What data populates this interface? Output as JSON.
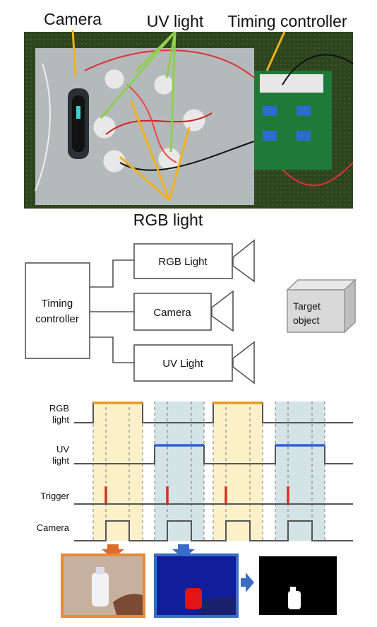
{
  "photo_labels": {
    "camera": "Camera",
    "uv_light": "UV light",
    "timing_controller": "Timing controller",
    "rgb_light": "RGB light"
  },
  "block_diagram": {
    "controller_line1": "Timing",
    "controller_line2": "controller",
    "rgb_box": "RGB Light",
    "camera_box": "Camera",
    "uv_box": "UV Light",
    "target_line1": "Target",
    "target_line2": "object"
  },
  "timing": {
    "rgb_line1": "RGB",
    "rgb_line2": "light",
    "uv_line1": "UV",
    "uv_line2": "light",
    "trigger": "Trigger",
    "camera": "Camera"
  },
  "colors": {
    "rgb_phase": "#fbf0c8",
    "uv_phase": "#d3e3e6",
    "rgb_on": "#f0961e",
    "uv_on": "#2f5fd6",
    "trigger": "#d8301f",
    "signal": "#555555"
  }
}
